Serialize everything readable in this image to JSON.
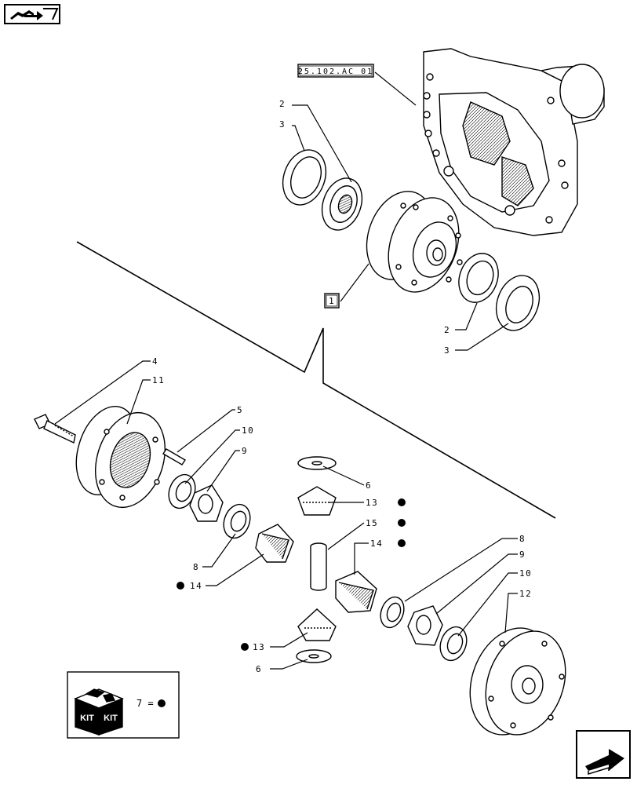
{
  "domain": "Diagram",
  "nav": {
    "top_icon": "book-arrow-icon",
    "bottom_icon": "next-page-arrow-icon"
  },
  "reference_box": {
    "label": "25.102.AC 01"
  },
  "group_box": {
    "label": "1"
  },
  "callouts": {
    "c2a": "2",
    "c3a": "3",
    "c2b": "2",
    "c3b": "3",
    "c4": "4",
    "c11": "11",
    "c5": "5",
    "c10a": "10",
    "c9a": "9",
    "c8a": "8",
    "c14a": "14",
    "c6a": "6",
    "c13a": "13",
    "c15": "15",
    "c14b": "14",
    "c8b": "8",
    "c9b": "9",
    "c10b": "10",
    "c12": "12",
    "c13b": "13",
    "c6b": "6"
  },
  "kit_legend": {
    "kit_word_1": "KIT",
    "kit_word_2": "KIT",
    "equation": "7 ="
  }
}
